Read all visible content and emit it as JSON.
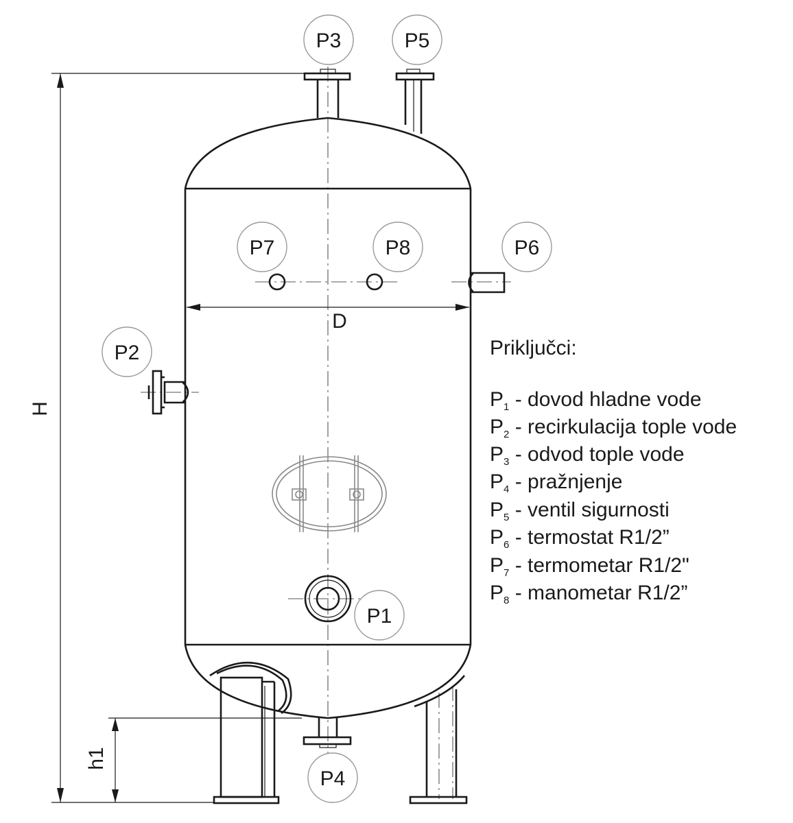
{
  "connections": [
    {
      "id": "P1",
      "label": "P1"
    },
    {
      "id": "P2",
      "label": "P2"
    },
    {
      "id": "P3",
      "label": "P3"
    },
    {
      "id": "P4",
      "label": "P4"
    },
    {
      "id": "P5",
      "label": "P5"
    },
    {
      "id": "P6",
      "label": "P6"
    },
    {
      "id": "P7",
      "label": "P7"
    },
    {
      "id": "P8",
      "label": "P8"
    }
  ],
  "dimensions": {
    "height": "H",
    "diameter": "D",
    "leg_height": "h1"
  },
  "legend": {
    "title": "Priključci:",
    "items": [
      {
        "symbol": "P",
        "index": "1",
        "text": " - dovod hladne vode"
      },
      {
        "symbol": "P",
        "index": "2",
        "text": " - recirkulacija tople vode"
      },
      {
        "symbol": "P",
        "index": "3",
        "text": " - odvod tople vode"
      },
      {
        "symbol": "P",
        "index": "4",
        "text": " - pražnjenje"
      },
      {
        "symbol": "P",
        "index": "5",
        "text": " - ventil sigurnosti"
      },
      {
        "symbol": "P",
        "index": "6",
        "text": " - termostat R1/2”"
      },
      {
        "symbol": "P",
        "index": "7",
        "text": " - termometar R1/2\""
      },
      {
        "symbol": "P",
        "index": "8",
        "text": " - manometar R1/2”"
      }
    ]
  }
}
